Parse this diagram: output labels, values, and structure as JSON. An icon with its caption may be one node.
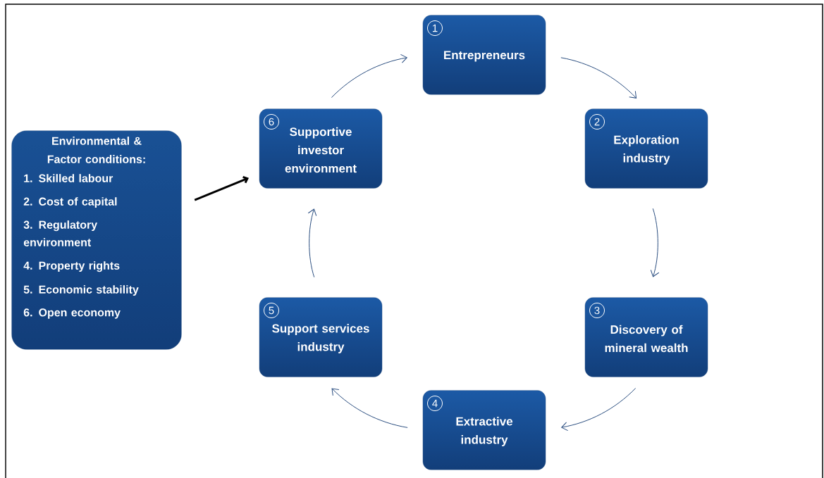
{
  "diagram": {
    "nodes": [
      {
        "text": [
          "1",
          "Entrepreneurs"
        ]
      },
      {
        "text": [
          "2",
          "Exploration industry"
        ]
      },
      {
        "text": [
          "3",
          "Discovery of mineral wealth"
        ]
      },
      {
        "text": [
          "4",
          "Extractive industry"
        ]
      },
      {
        "text": [
          "5",
          "Support services industry"
        ]
      },
      {
        "text": [
          "6",
          "Supportive investor environment"
        ]
      },
      {
        "text": [
          "Environmental & Factor conditions:",
          "1. Skilled labour",
          "2. Cost of capital",
          "3. Regulatory environment",
          "4. Property rights",
          "5. Economic stability",
          "6. Open economy"
        ]
      }
    ],
    "edges": [
      {
        "from": 0,
        "to": 1,
        "arrow": "to"
      },
      {
        "from": 1,
        "to": 2,
        "arrow": "to"
      },
      {
        "from": 2,
        "to": 3,
        "arrow": "to"
      },
      {
        "from": 3,
        "to": 4,
        "arrow": "to"
      },
      {
        "from": 4,
        "to": 5,
        "arrow": "to"
      },
      {
        "from": 5,
        "to": 0,
        "arrow": "to"
      },
      {
        "from": 6,
        "to": 5,
        "arrow": "to",
        "style": "thick",
        "color": "#000000"
      }
    ]
  }
}
